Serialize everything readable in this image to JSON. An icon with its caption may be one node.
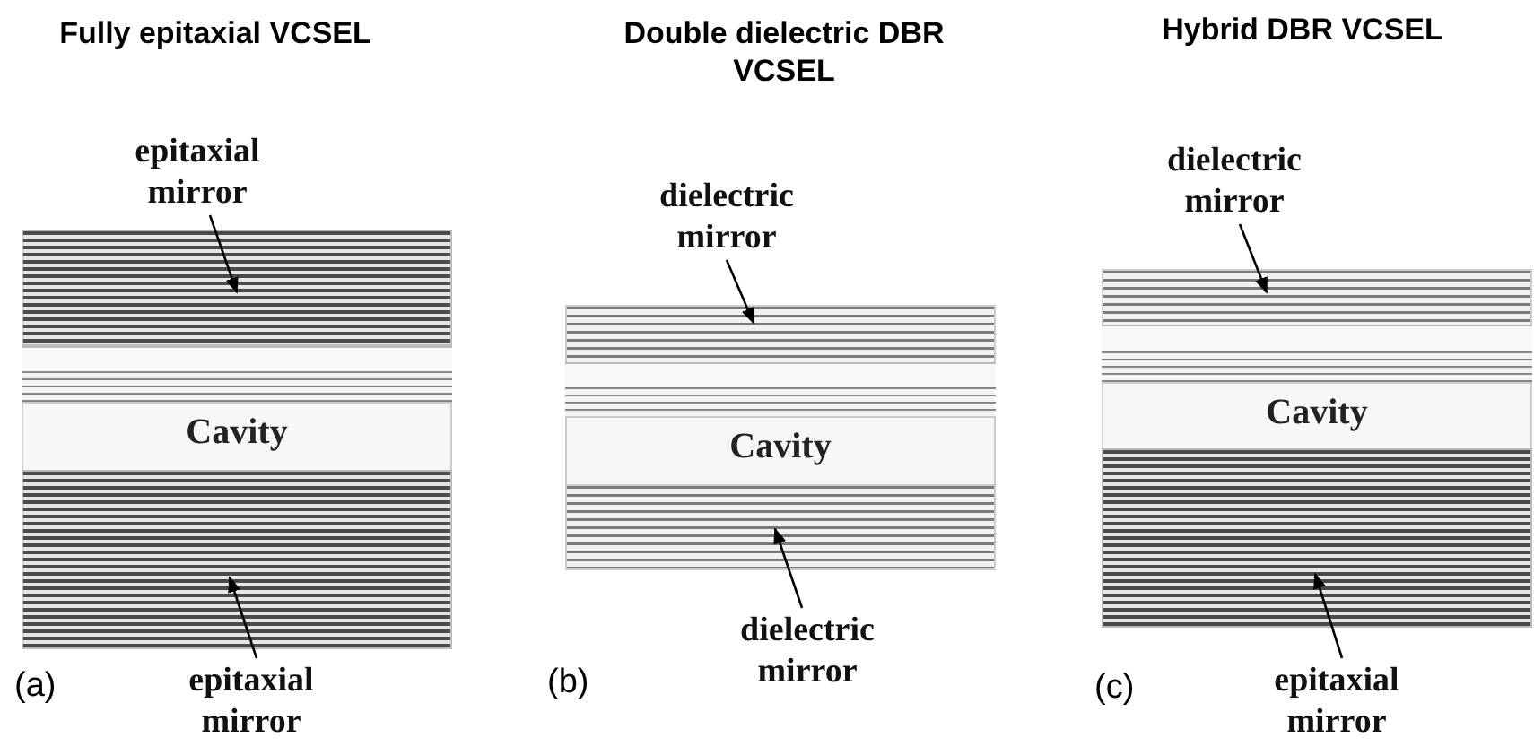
{
  "diagram": {
    "nodes": [
      {
        "text": [
          "epitaxial mirror"
        ]
      },
      {
        "text": [],
        "shape": "box"
      },
      {
        "text": [],
        "shape": "box"
      },
      {
        "text": [],
        "shape": "box"
      },
      {
        "text": [
          "Cavity"
        ]
      },
      {
        "text": [],
        "shape": "box"
      },
      {
        "text": [
          "epitaxial mirror"
        ]
      },
      {
        "text": [
          "dielectric mirror"
        ]
      },
      {
        "text": [],
        "shape": "box"
      },
      {
        "text": [],
        "shape": "box"
      },
      {
        "text": [],
        "shape": "box"
      },
      {
        "text": [
          "Cavity"
        ]
      },
      {
        "text": [],
        "shape": "box"
      },
      {
        "text": [
          "dielectric mirror"
        ]
      },
      {
        "text": [
          "dielectric mirror"
        ]
      },
      {
        "text": [],
        "shape": "box"
      },
      {
        "text": [],
        "shape": "box"
      },
      {
        "text": [],
        "shape": "box"
      },
      {
        "text": [
          "Cavity"
        ]
      },
      {
        "text": [],
        "shape": "box"
      },
      {
        "text": [
          "epitaxial mirror"
        ]
      }
    ],
    "edges": [
      {
        "from": 0,
        "to": 1,
        "arrow": "to"
      },
      {
        "from": 6,
        "to": 5,
        "arrow": "to"
      },
      {
        "from": 7,
        "to": 8,
        "arrow": "to"
      },
      {
        "from": 13,
        "to": 12,
        "arrow": "to"
      },
      {
        "from": 14,
        "to": 15,
        "arrow": "to"
      },
      {
        "from": 20,
        "to": 19,
        "arrow": "to"
      }
    ],
    "labels": [
      "Fully epitaxial VCSEL",
      "Double dielectric DBR VCSEL",
      "Hybrid DBR VCSEL",
      "(a)",
      "(b)",
      "(c)"
    ]
  }
}
